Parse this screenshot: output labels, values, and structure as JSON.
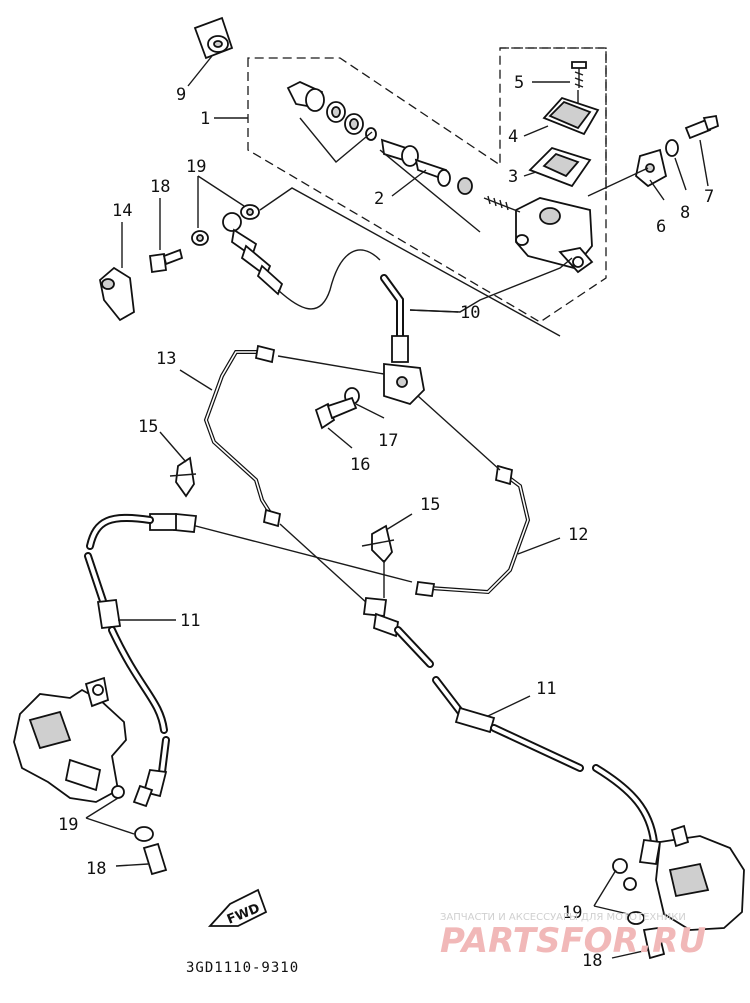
{
  "labels": {
    "p1": "1",
    "p2": "2",
    "p3": "3",
    "p4": "4",
    "p5": "5",
    "p6": "6",
    "p7": "7",
    "p8": "8",
    "p9": "9",
    "p10": "10",
    "p11a": "11",
    "p11b": "11",
    "p12": "12",
    "p13": "13",
    "p14": "14",
    "p15a": "15",
    "p15b": "15",
    "p16": "16",
    "p17": "17",
    "p18a": "18",
    "p18b": "18",
    "p18c": "18",
    "p19a": "19",
    "p19b": "19",
    "p19c": "19"
  },
  "fwd_label": "FWD",
  "diagram_code": "3GD1110-9310",
  "watermark": {
    "line1": "ЗАПЧАСТИ И АКСЕССУАРЫ ДЛЯ МОТОТЕХНИКИ",
    "line2": "PARTSFOR.RU"
  }
}
